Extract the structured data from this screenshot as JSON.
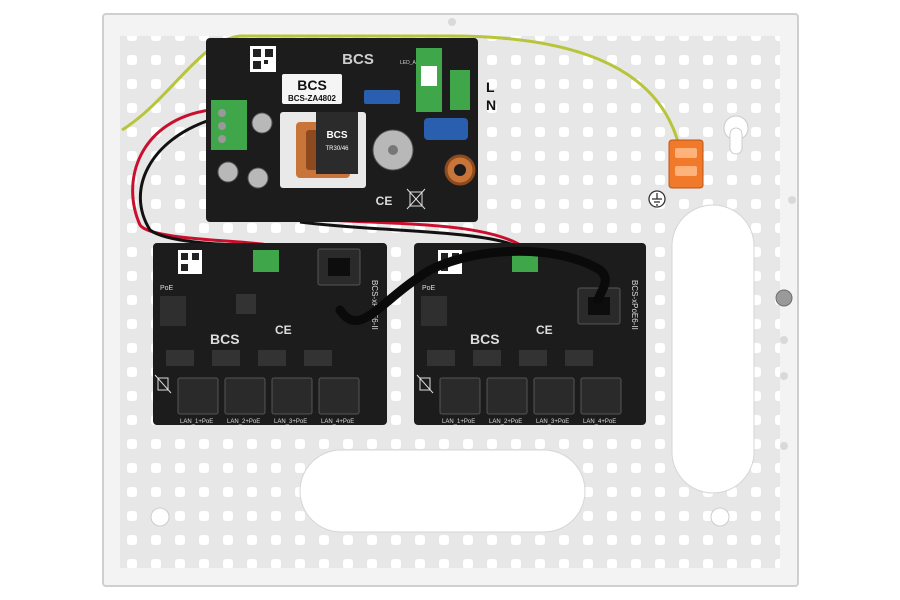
{
  "psu": {
    "brand": "BCS",
    "model": "BCS-ZA4802",
    "transformer": "TR30/46",
    "led_label": "LED_AC",
    "mains_labels": [
      "L",
      "N"
    ],
    "ce_mark": "CE"
  },
  "switches": [
    {
      "brand": "BCS",
      "side_label": "BCS-xPoE6-II",
      "ce_mark": "CE",
      "poe_label": "PoE",
      "ports": [
        "LAN_1+PoE",
        "LAN_2+PoE",
        "LAN_3+PoE",
        "LAN_4+PoE"
      ]
    },
    {
      "brand": "BCS",
      "side_label": "BCS-xPoE6-II",
      "ce_mark": "CE",
      "poe_label": "PoE",
      "ports": [
        "LAN_1+PoE",
        "LAN_2+PoE",
        "LAN_3+PoE",
        "LAN_4+PoE"
      ]
    }
  ],
  "colors": {
    "enclosure": "#f2f2f2",
    "panel": "#e9e9e9",
    "pcb": "#1c1c1c",
    "terminal_green": "#3fa64a",
    "wire_red": "#c8102e",
    "wire_black": "#111111",
    "wire_yellow_green": "#b8c43a",
    "connector_orange": "#f07a2a"
  }
}
